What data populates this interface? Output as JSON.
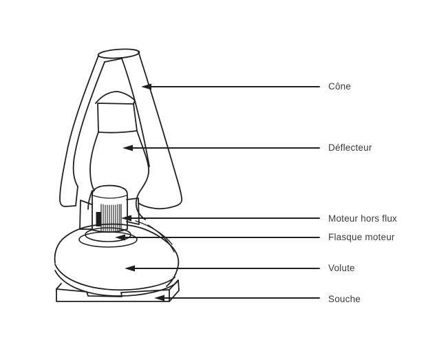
{
  "diagram": {
    "kind": "labeled technical line drawing",
    "parts": [
      {
        "label": "Cône"
      },
      {
        "label": "Déflecteur"
      },
      {
        "label": "Moteur hors flux"
      },
      {
        "label": "Flasque moteur"
      },
      {
        "label": "Volute"
      },
      {
        "label": "Souche"
      }
    ]
  },
  "colors": {
    "background": "#ffffff",
    "line": "#1f1f1f",
    "label_text": "#3a3a3c"
  }
}
